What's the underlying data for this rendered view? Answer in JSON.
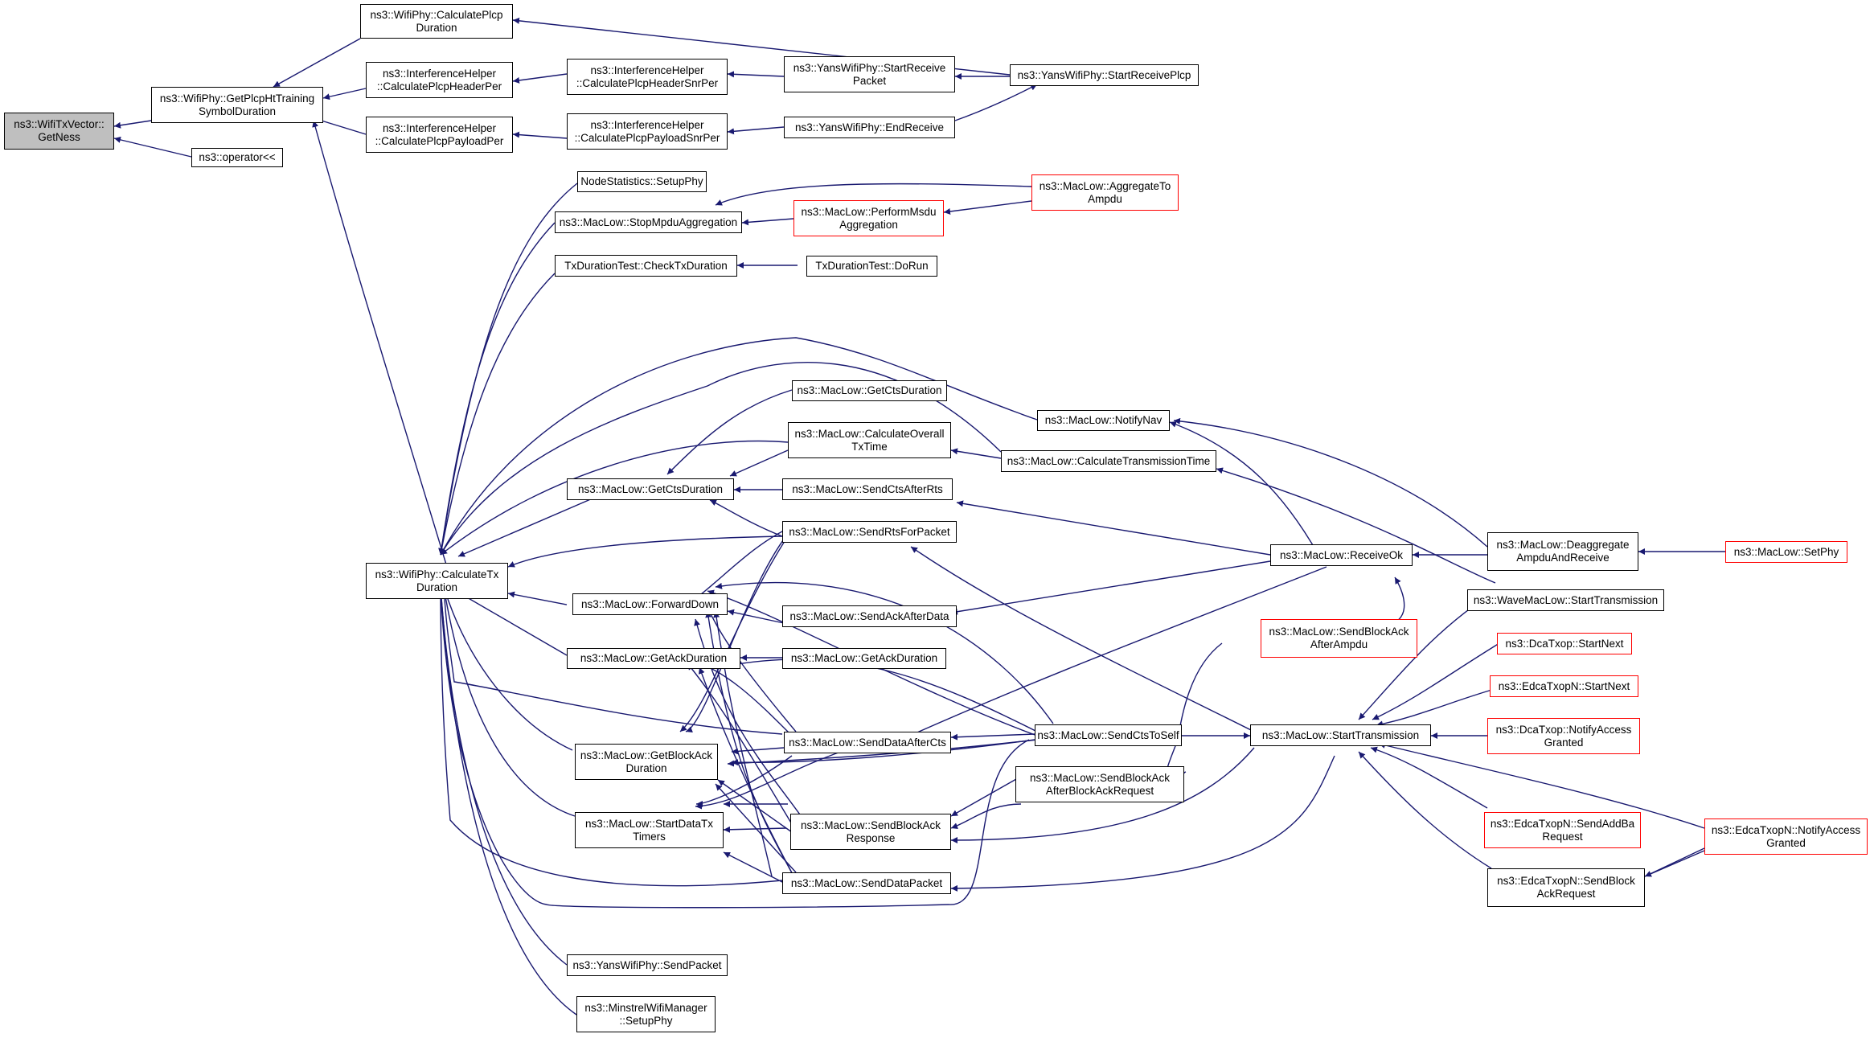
{
  "colors": {
    "edge": "#191970",
    "node_border": "#000000",
    "truncated_border": "#ff0000",
    "focus_fill": "#bfbfbf"
  },
  "nodes": [
    {
      "id": "getness",
      "lines": [
        "ns3::WifiTxVector::",
        "GetNess"
      ],
      "focus": true
    },
    {
      "id": "getplcpht",
      "lines": [
        "ns3::WifiPhy::GetPlcpHtTraining",
        "SymbolDuration"
      ]
    },
    {
      "id": "operator",
      "lines": [
        "ns3::operator<<"
      ]
    },
    {
      "id": "calcplcpdur",
      "lines": [
        "ns3::WifiPhy::CalculatePlcp",
        "Duration"
      ]
    },
    {
      "id": "ih_header",
      "lines": [
        "ns3::InterferenceHelper",
        "::CalculatePlcpHeaderPer"
      ]
    },
    {
      "id": "ih_payload",
      "lines": [
        "ns3::InterferenceHelper",
        "::CalculatePlcpPayloadPer"
      ]
    },
    {
      "id": "ih_headersnr",
      "lines": [
        "ns3::InterferenceHelper",
        "::CalculatePlcpHeaderSnrPer"
      ]
    },
    {
      "id": "ih_payloadsnr",
      "lines": [
        "ns3::InterferenceHelper",
        "::CalculatePlcpPayloadSnrPer"
      ]
    },
    {
      "id": "yans_srp",
      "lines": [
        "ns3::YansWifiPhy::StartReceive",
        "Packet"
      ]
    },
    {
      "id": "yans_end",
      "lines": [
        "ns3::YansWifiPhy::EndReceive"
      ]
    },
    {
      "id": "yans_srplcp",
      "lines": [
        "ns3::YansWifiPhy::StartReceivePlcp"
      ]
    },
    {
      "id": "calctx",
      "lines": [
        "ns3::WifiPhy::CalculateTx",
        "Duration"
      ]
    },
    {
      "id": "nodestat",
      "lines": [
        "NodeStatistics::SetupPhy"
      ]
    },
    {
      "id": "stopmpdu",
      "lines": [
        "ns3::MacLow::StopMpduAggregation"
      ]
    },
    {
      "id": "performmsdu",
      "lines": [
        "ns3::MacLow::PerformMsdu",
        "Aggregation"
      ],
      "truncated": true
    },
    {
      "id": "aggrampdu",
      "lines": [
        "ns3::MacLow::AggregateTo",
        "Ampdu"
      ],
      "truncated": true
    },
    {
      "id": "checktx",
      "lines": [
        "TxDurationTest::CheckTxDuration"
      ]
    },
    {
      "id": "dorun",
      "lines": [
        "TxDurationTest::DoRun"
      ]
    },
    {
      "id": "getcts_a",
      "lines": [
        "ns3::MacLow::GetCtsDuration"
      ]
    },
    {
      "id": "calcoverall",
      "lines": [
        "ns3::MacLow::CalculateOverall",
        "TxTime"
      ]
    },
    {
      "id": "notifynav",
      "lines": [
        "ns3::MacLow::NotifyNav"
      ]
    },
    {
      "id": "calctranstime",
      "lines": [
        "ns3::MacLow::CalculateTransmissionTime"
      ]
    },
    {
      "id": "getcts_b",
      "lines": [
        "ns3::MacLow::GetCtsDuration"
      ]
    },
    {
      "id": "sendctsafterrts",
      "lines": [
        "ns3::MacLow::SendCtsAfterRts"
      ]
    },
    {
      "id": "sendrts",
      "lines": [
        "ns3::MacLow::SendRtsForPacket"
      ]
    },
    {
      "id": "receiveok",
      "lines": [
        "ns3::MacLow::ReceiveOk"
      ]
    },
    {
      "id": "deaggr",
      "lines": [
        "ns3::MacLow::Deaggregate",
        "AmpduAndReceive"
      ]
    },
    {
      "id": "setphy",
      "lines": [
        "ns3::MacLow::SetPhy"
      ],
      "truncated": true
    },
    {
      "id": "forwarddown",
      "lines": [
        "ns3::MacLow::ForwardDown"
      ]
    },
    {
      "id": "sendackafterdata",
      "lines": [
        "ns3::MacLow::SendAckAfterData"
      ]
    },
    {
      "id": "wavestart",
      "lines": [
        "ns3::WaveMacLow::StartTransmission"
      ]
    },
    {
      "id": "sendbaafterampdu",
      "lines": [
        "ns3::MacLow::SendBlockAck",
        "AfterAmpdu"
      ],
      "truncated": true
    },
    {
      "id": "getack_a",
      "lines": [
        "ns3::MacLow::GetAckDuration"
      ]
    },
    {
      "id": "getack_b",
      "lines": [
        "ns3::MacLow::GetAckDuration"
      ]
    },
    {
      "id": "dcastartnext",
      "lines": [
        "ns3::DcaTxop::StartNext"
      ],
      "truncated": true
    },
    {
      "id": "edcastartnext",
      "lines": [
        "ns3::EdcaTxopN::StartNext"
      ],
      "truncated": true
    },
    {
      "id": "dcanotify",
      "lines": [
        "ns3::DcaTxop::NotifyAccess",
        "Granted"
      ],
      "truncated": true
    },
    {
      "id": "getba",
      "lines": [
        "ns3::MacLow::GetBlockAck",
        "Duration"
      ]
    },
    {
      "id": "senddataaftercts",
      "lines": [
        "ns3::MacLow::SendDataAfterCts"
      ]
    },
    {
      "id": "sendctstoself",
      "lines": [
        "ns3::MacLow::SendCtsToSelf"
      ]
    },
    {
      "id": "starttrans",
      "lines": [
        "ns3::MacLow::StartTransmission"
      ]
    },
    {
      "id": "sendbaafterbar",
      "lines": [
        "ns3::MacLow::SendBlockAck",
        "AfterBlockAckRequest"
      ]
    },
    {
      "id": "startdatatx",
      "lines": [
        "ns3::MacLow::StartDataTx",
        "Timers"
      ]
    },
    {
      "id": "sendbaresp",
      "lines": [
        "ns3::MacLow::SendBlockAck",
        "Response"
      ]
    },
    {
      "id": "edcaaddba",
      "lines": [
        "ns3::EdcaTxopN::SendAddBa",
        "Request"
      ],
      "truncated": true
    },
    {
      "id": "edcanotify",
      "lines": [
        "ns3::EdcaTxopN::NotifyAccess",
        "Granted"
      ],
      "truncated": true
    },
    {
      "id": "senddatapacket",
      "lines": [
        "ns3::MacLow::SendDataPacket"
      ]
    },
    {
      "id": "edcabar",
      "lines": [
        "ns3::EdcaTxopN::SendBlock",
        "AckRequest"
      ]
    },
    {
      "id": "yanssend",
      "lines": [
        "ns3::YansWifiPhy::SendPacket"
      ]
    },
    {
      "id": "minstrel",
      "lines": [
        "ns3::MinstrelWifiManager",
        "::SetupPhy"
      ]
    }
  ]
}
